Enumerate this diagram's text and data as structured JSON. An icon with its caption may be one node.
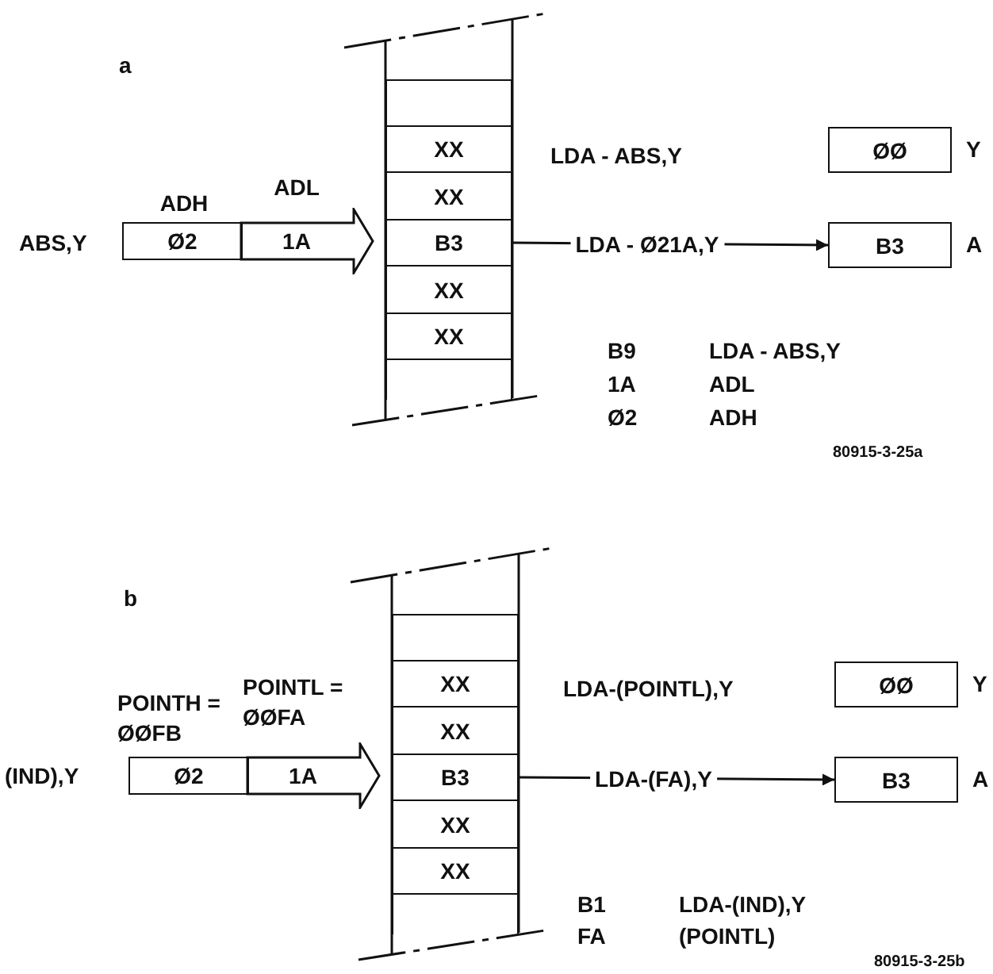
{
  "diagram": {
    "nodes": [
      {
        "text": [
          "Ø2"
        ],
        "beside": [
          "ADH"
        ]
      },
      {
        "text": [
          "1A"
        ],
        "beside": [
          "ADL"
        ]
      },
      {
        "text": [],
        "shape": "box"
      },
      {
        "text": [
          "XX"
        ]
      },
      {
        "text": [
          "XX"
        ]
      },
      {
        "text": [
          "B3"
        ]
      },
      {
        "text": [
          "XX"
        ]
      },
      {
        "text": [
          "XX"
        ]
      },
      {
        "text": [],
        "shape": "box"
      },
      {
        "text": [
          "ØØ"
        ],
        "beside": [
          "Y"
        ]
      },
      {
        "text": [
          "B3"
        ],
        "beside": [
          "A"
        ]
      },
      {
        "text": [
          "Ø2"
        ],
        "beside": [
          "POINTH = ØØFB"
        ]
      },
      {
        "text": [
          "1A"
        ],
        "beside": [
          "POINTL = ØØFA"
        ]
      },
      {
        "text": [],
        "shape": "box"
      },
      {
        "text": [
          "XX"
        ]
      },
      {
        "text": [
          "XX"
        ]
      },
      {
        "text": [
          "B3"
        ]
      },
      {
        "text": [
          "XX"
        ]
      },
      {
        "text": [
          "XX"
        ]
      },
      {
        "text": [],
        "shape": "box"
      },
      {
        "text": [
          "ØØ"
        ],
        "beside": [
          "Y"
        ]
      },
      {
        "text": [
          "B3"
        ],
        "beside": [
          "A"
        ]
      }
    ],
    "edges": [
      {
        "from": 5,
        "to": 10,
        "arrow": "to",
        "label": "LDA - Ø21A,Y"
      },
      {
        "from": 16,
        "to": 21,
        "arrow": "to",
        "label": "LDA-(FA),Y"
      }
    ],
    "labels": [
      "a",
      "ABS,Y",
      "LDA - ABS,Y",
      "B9",
      "LDA - ABS,Y",
      "1A",
      "ADL",
      "Ø2",
      "ADH",
      "80915-3-25a",
      "b",
      "(IND),Y",
      "LDA-(POINTL),Y",
      "B1",
      "LDA-(IND),Y",
      "FA",
      "(POINTL)",
      "80915-3-25b"
    ]
  }
}
